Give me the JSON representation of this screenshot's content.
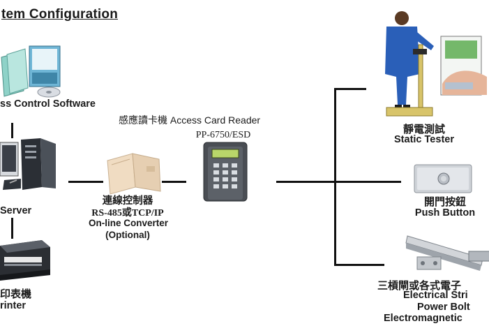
{
  "header": {
    "title": "tem Configuration"
  },
  "left": {
    "software_label": "ss Control Software",
    "server_label": "Server",
    "printer_label_zh": "印表機",
    "printer_label_en": "rinter"
  },
  "converter": {
    "label_zh": "連線控制器",
    "label_model": "RS-485或TCP/IP",
    "label_en": "On-line Converter",
    "label_opt": "(Optional)"
  },
  "reader": {
    "label": "感應讀卡機 Access Card Reader",
    "model": "PP-6750/ESD"
  },
  "right": {
    "static_zh": "靜電測試",
    "static_en": "Static Tester",
    "push_zh": "開門按鈕",
    "push_en": "Push Button",
    "lock_zh": "三槓閘或各式電子",
    "lock_en1": "Electrical Stri",
    "lock_en2": "Power Bolt",
    "lock_en3": "Electromagnetic"
  }
}
